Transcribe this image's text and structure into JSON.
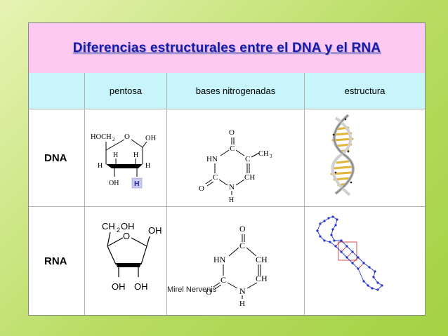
{
  "title": "Diferencias estructurales entre el DNA y el RNA",
  "headers": {
    "col1": "pentosa",
    "col2": "bases nitrogenadas",
    "col3": "estructura"
  },
  "rows": {
    "dna_label": "DNA",
    "rna_label": "RNA"
  },
  "dna_sugar": {
    "group1": "HOCH",
    "sub1": "2",
    "ring_o": "O",
    "oh_right": "OH",
    "h1": "H",
    "h2": "H",
    "h3": "H",
    "h4": "H",
    "oh_bottom": "OH",
    "h_highlight": "H"
  },
  "dna_base": {
    "o_top": "O",
    "c_top": "C",
    "hn": "HN",
    "c_right": "C",
    "ch3": "CH",
    "ch3_sub": "3",
    "c_left": "C",
    "ch": "CH",
    "o_left": "O",
    "n": "N",
    "h": "H"
  },
  "rna_sugar": {
    "group1": "CH",
    "sub1": "2",
    "group1_tail": "OH",
    "ring_o": "O",
    "oh_right": "OH",
    "oh_b1": "OH",
    "oh_b2": "OH"
  },
  "rna_base": {
    "o_top": "O",
    "c_top": "C",
    "hn": "HN",
    "ch_right": "CH",
    "c_left": "C",
    "ch_lower": "CH",
    "o_left": "O",
    "n": "N",
    "h": "H"
  },
  "footer": {
    "author": "Mirel Nervenis"
  },
  "colors": {
    "title_bg": "#fdc8f2",
    "title_text": "#1a1aa8",
    "header_bg": "#c8f4fb",
    "helix_gold": "#e2b43c",
    "rna_node_blue": "#2233cc",
    "rna_pair_red": "#cc2222"
  }
}
